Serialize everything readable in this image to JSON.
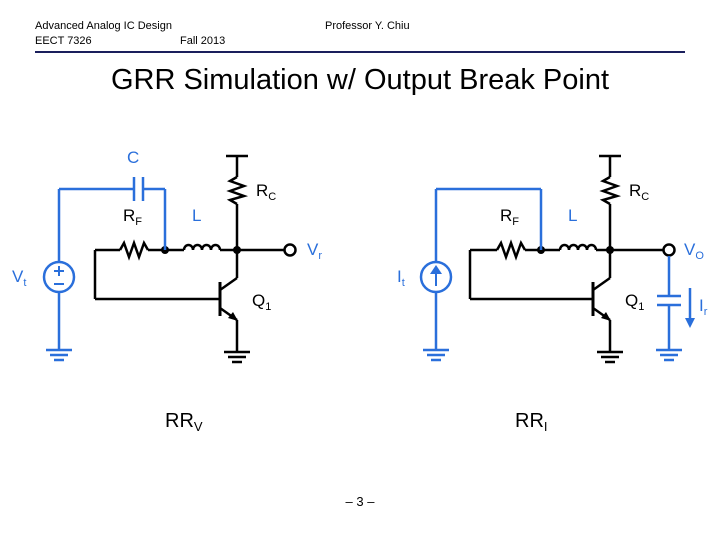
{
  "header": {
    "course": "Advanced Analog IC Design",
    "course_code": "EECT 7326",
    "term": "Fall 2013",
    "instructor": "Professor Y. Chiu"
  },
  "slide": {
    "title": "GRR Simulation w/ Output Break Point",
    "page": "– 3 –"
  },
  "left_circuit": {
    "capacitor": "C",
    "feedback_resistor": "R",
    "feedback_resistor_sub": "F",
    "inductor": "L",
    "load_resistor": "R",
    "load_resistor_sub": "C",
    "output_node": "V",
    "output_node_sub": "r",
    "transistor": "Q",
    "transistor_sub": "1",
    "source": "V",
    "source_sub": "t",
    "caption_main": "RR",
    "caption_sub": "V"
  },
  "right_circuit": {
    "feedback_resistor": "R",
    "feedback_resistor_sub": "F",
    "inductor": "L",
    "load_resistor": "R",
    "load_resistor_sub": "C",
    "output_node": "V",
    "output_node_sub": "O",
    "transistor": "Q",
    "transistor_sub": "1",
    "source": "I",
    "source_sub": "t",
    "return_current": "I",
    "return_current_sub": "r",
    "caption_main": "RR",
    "caption_sub": "I"
  },
  "colors": {
    "circuit": "#000000",
    "injection_path": "#2a6fdb",
    "header_rule": "#1a1f5c"
  }
}
